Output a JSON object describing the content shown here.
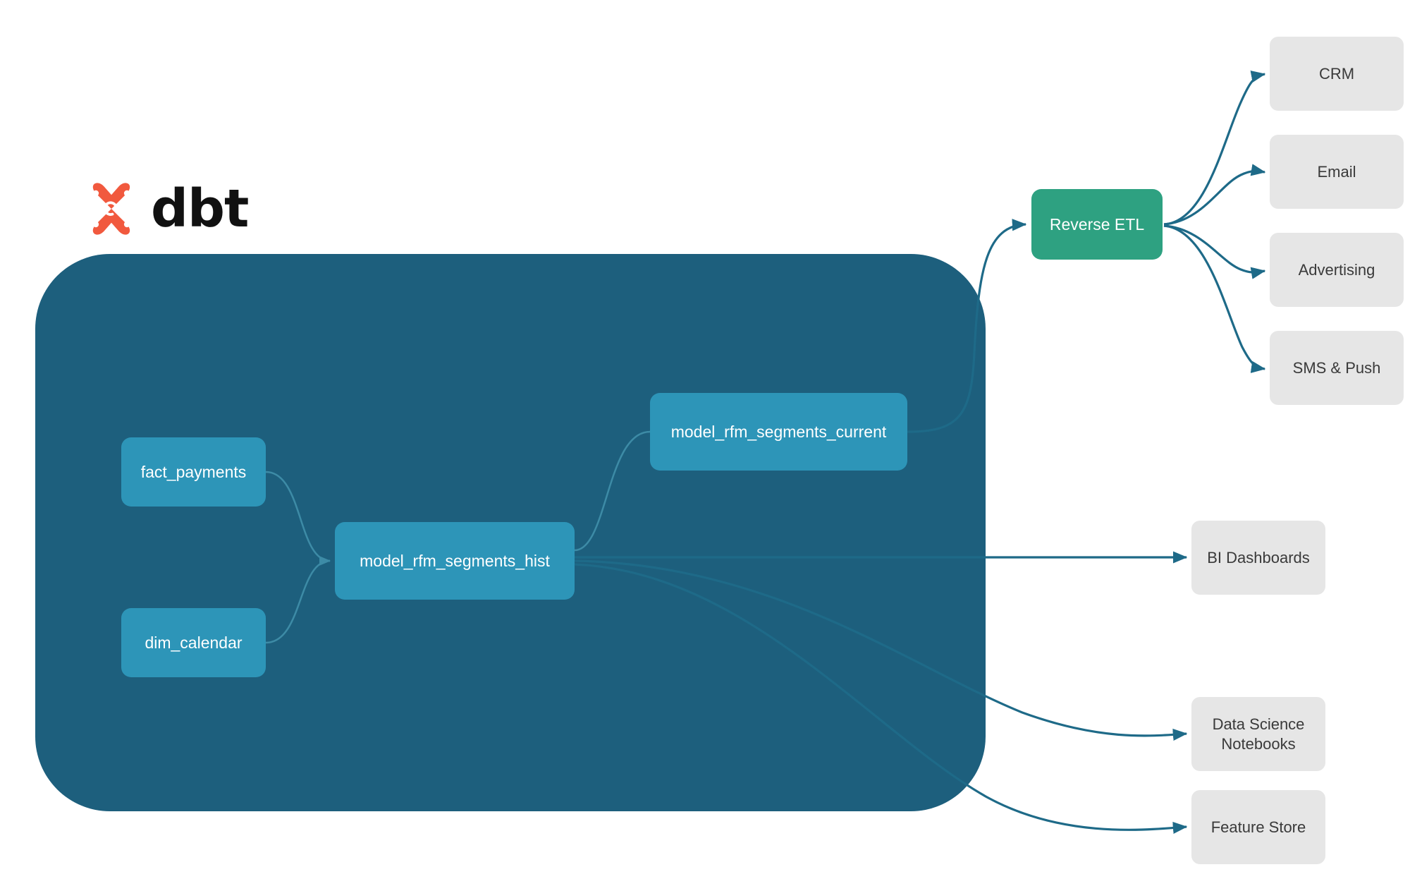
{
  "brand": {
    "logo_icon": "dbt-logo-icon",
    "wordmark": "dbt",
    "logo_color": "#F1593E"
  },
  "container": {
    "name": "dbt-project-container",
    "color": "#1D5F7D"
  },
  "models": [
    {
      "id": "fact_payments",
      "label": "fact_payments",
      "color": "#2D95B8"
    },
    {
      "id": "dim_calendar",
      "label": "dim_calendar",
      "color": "#2D95B8"
    },
    {
      "id": "model_rfm_segments_hist",
      "label": "model_rfm_segments_hist",
      "color": "#2D95B8"
    },
    {
      "id": "model_rfm_segments_current",
      "label": "model_rfm_segments_current",
      "color": "#2D95B8"
    }
  ],
  "reverse_etl": {
    "label": "Reverse ETL",
    "color": "#2EA181"
  },
  "destinations": [
    {
      "id": "crm",
      "label": "CRM",
      "color": "#E6E6E6"
    },
    {
      "id": "email",
      "label": "Email",
      "color": "#E6E6E6"
    },
    {
      "id": "advertising",
      "label": "Advertising",
      "color": "#E6E6E6"
    },
    {
      "id": "sms_push",
      "label": "SMS & Push",
      "color": "#E6E6E6"
    },
    {
      "id": "bi_dashboards",
      "label": "BI Dashboards",
      "color": "#E6E6E6"
    },
    {
      "id": "data_science_notebooks",
      "label": "Data Science\nNotebooks",
      "color": "#E6E6E6"
    },
    {
      "id": "feature_store",
      "label": "Feature Store",
      "color": "#E6E6E6"
    }
  ],
  "edges": [
    {
      "from": "fact_payments",
      "to": "model_rfm_segments_hist"
    },
    {
      "from": "dim_calendar",
      "to": "model_rfm_segments_hist"
    },
    {
      "from": "model_rfm_segments_hist",
      "to": "model_rfm_segments_current"
    },
    {
      "from": "model_rfm_segments_current",
      "to": "reverse_etl"
    },
    {
      "from": "reverse_etl",
      "to": "crm"
    },
    {
      "from": "reverse_etl",
      "to": "email"
    },
    {
      "from": "reverse_etl",
      "to": "advertising"
    },
    {
      "from": "reverse_etl",
      "to": "sms_push"
    },
    {
      "from": "model_rfm_segments_hist",
      "to": "bi_dashboards"
    },
    {
      "from": "model_rfm_segments_hist",
      "to": "data_science_notebooks"
    },
    {
      "from": "model_rfm_segments_hist",
      "to": "feature_store"
    }
  ]
}
